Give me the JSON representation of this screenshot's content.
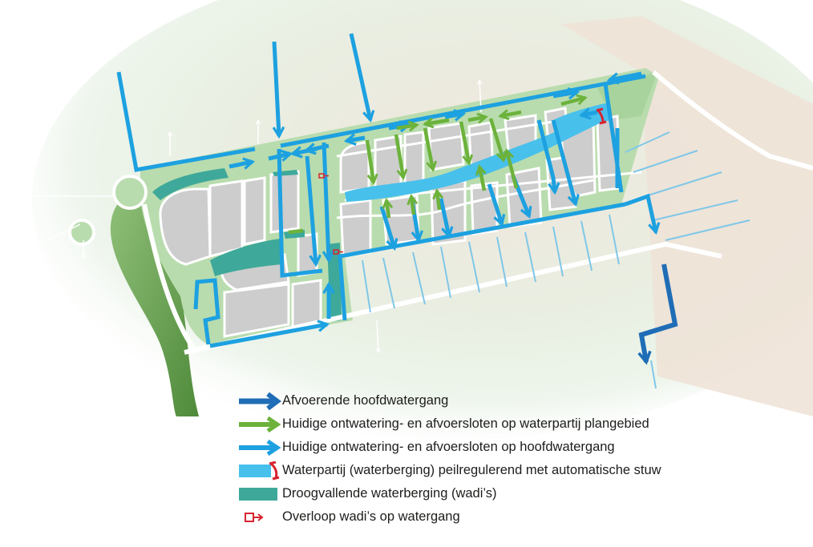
{
  "map": {
    "colors": {
      "background_land": "#efe4da",
      "green_zone": "#b9dcae",
      "green_dark": "#5d8f45",
      "blocks": "#cdcdcd",
      "pond": "#48c0ec",
      "wadi": "#3ea99a",
      "main_channel": "#1f6db6",
      "ditch_to_main": "#1da1e0",
      "ditch_to_pond": "#6cb23b",
      "weir": "#d7242f",
      "overflow": "#d7242f",
      "roads": "#ffffff"
    }
  },
  "legend": {
    "items": [
      {
        "id": "main-channel",
        "label": "Afvoerende hoofdwatergang",
        "icon": "dark-blue-arrow-icon",
        "color": "#1f6db6"
      },
      {
        "id": "ditch-to-pond",
        "label": "Huidige ontwatering- en afvoersloten op waterpartij plangebied",
        "icon": "green-arrow-icon",
        "color": "#6cb23b"
      },
      {
        "id": "ditch-to-main",
        "label": "Huidige ontwatering- en afvoersloten op hoofdwatergang",
        "icon": "light-blue-arrow-icon",
        "color": "#1da1e0"
      },
      {
        "id": "pond-weir",
        "label": "Waterpartij (waterberging) peilregulerend met automatische stuw",
        "icon": "pond-weir-icon",
        "color": "#48c0ec"
      },
      {
        "id": "wadi",
        "label": "Droogvallende waterberging (wadi’s)",
        "icon": "wadi-swatch-icon",
        "color": "#3ea99a"
      },
      {
        "id": "overflow",
        "label": "Overloop wadi’s op watergang",
        "icon": "overflow-icon",
        "color": "#d7242f"
      }
    ]
  }
}
